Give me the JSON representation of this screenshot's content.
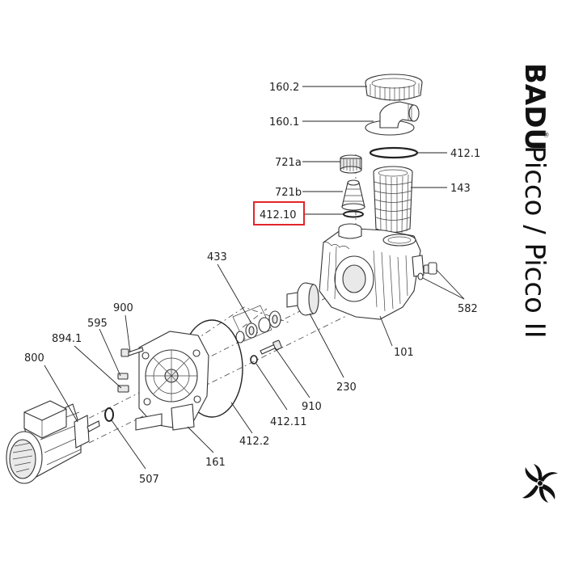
{
  "brand": "BADU",
  "brand_mark": "®",
  "model": "Picco / Picco II",
  "highlight_color": "#e0262b",
  "labels": {
    "p160_2": "160.2",
    "p160_1": "160.1",
    "p412_1": "412.1",
    "p721a": "721a",
    "p721b": "721b",
    "p143": "143",
    "p412_10": "412.10",
    "p433": "433",
    "p582": "582",
    "p900": "900",
    "p595": "595",
    "p894_1": "894.1",
    "p800": "800",
    "p101": "101",
    "p230": "230",
    "p910": "910",
    "p412_11": "412.11",
    "p412_2": "412.2",
    "p161": "161",
    "p507": "507"
  },
  "icons": {
    "logo": "swirl-propeller-icon"
  }
}
